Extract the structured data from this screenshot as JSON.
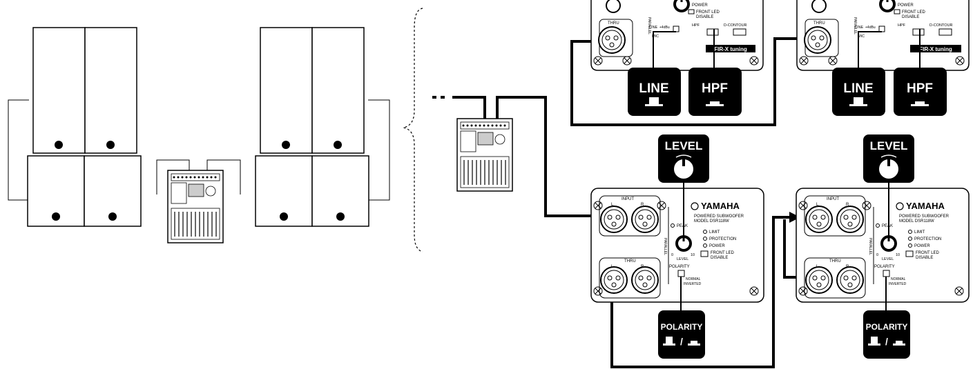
{
  "top_left_panel": {
    "power": "POWER",
    "front_led": "FRONT LED",
    "disable": "DISABLE",
    "thru": "THRU",
    "line_switch": "LINE",
    "line_level": "+4dBu",
    "mic": "MIC",
    "hpf": "HPF",
    "d_contour": "D-CONTOUR",
    "brand": "FIR-X tuning",
    "side": "PARALLEL"
  },
  "top_right_panel": {
    "power": "POWER",
    "front_led": "FRONT LED",
    "disable": "DISABLE",
    "thru": "THRU",
    "line_switch": "LINE",
    "line_level": "+4dBu",
    "mic": "MIC",
    "hpf": "HPF",
    "d_contour": "D-CONTOUR",
    "brand": "FIR-X tuning",
    "side": "PARALLEL"
  },
  "callouts": {
    "line_left": "LINE",
    "hpf_left": "HPF",
    "line_right": "LINE",
    "hpf_right": "HPF",
    "level_left": "LEVEL",
    "level_right": "LEVEL",
    "polarity_left": "POLARITY",
    "polarity_right": "POLARITY",
    "slash": "/"
  },
  "sub_left": {
    "input": "INPUT",
    "l": "L",
    "r": "R",
    "thru": "THRU",
    "brand": "YAMAHA",
    "model_line1": "POWERED SUBWOOFER",
    "model_line2": "MODEL DSR118W",
    "peak": "PEAK",
    "limit": "LIMIT",
    "protection": "PROTECTION",
    "power": "POWER",
    "front_led": "FRONT LED",
    "disable": "DISABLE",
    "level": "LEVEL",
    "level_min": "0",
    "level_max": "10",
    "polarity": "POLARITY",
    "normal": "NORMAL",
    "inverted": "INVERTED",
    "side": "PARALLEL"
  },
  "sub_right": {
    "input": "INPUT",
    "l": "L",
    "r": "R",
    "thru": "THRU",
    "brand": "YAMAHA",
    "model_line1": "POWERED SUBWOOFER",
    "model_line2": "MODEL DSR118W",
    "peak": "PEAK",
    "limit": "LIMIT",
    "protection": "PROTECTION",
    "power": "POWER",
    "front_led": "FRONT LED",
    "disable": "DISABLE",
    "level": "LEVEL",
    "level_min": "0",
    "level_max": "10",
    "polarity": "POLARITY",
    "normal": "NORMAL",
    "inverted": "INVERTED",
    "side": "PARALLEL"
  }
}
